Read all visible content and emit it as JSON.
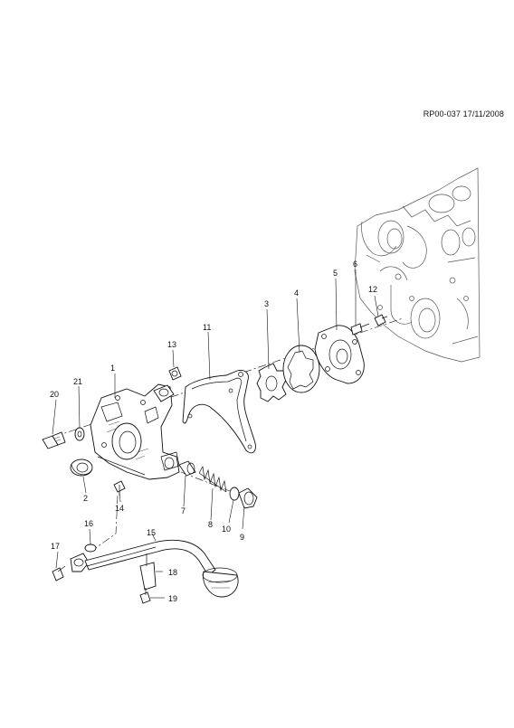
{
  "diagram": {
    "reference": "RP00-037 17/11/2008",
    "callouts": [
      "1",
      "2",
      "3",
      "4",
      "5",
      "6",
      "7",
      "8",
      "9",
      "10",
      "11",
      "12",
      "13",
      "14",
      "15",
      "16",
      "17",
      "18",
      "19",
      "20",
      "21"
    ]
  }
}
